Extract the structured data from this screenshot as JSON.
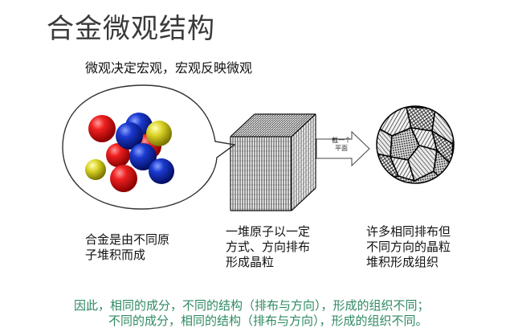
{
  "title": "合金微观结构",
  "subtitle": "微观决定宏观，宏观反映微观",
  "arrow": {
    "label_line1": "截一个",
    "label_line2": "平面"
  },
  "captions": {
    "atoms": [
      "合金是由不同原",
      "子堆积而成"
    ],
    "crystal": [
      "一堆原子以一定",
      "方式、方向排布",
      "形成晶粒"
    ],
    "grains": [
      "许多相同排布但",
      "不同方向的晶粒",
      "堆积形成组织"
    ]
  },
  "conclusion": {
    "line1": "因此，相同的成分，不同的结构（排布与方向），形成的组织不同；",
    "line2": "不同的成分，相同的结构（排布与方向），形成的组织不同。"
  },
  "colors": {
    "text_accent": "#2e8a62",
    "sphere_red": "#e01818",
    "sphere_blue": "#1030b8",
    "sphere_yellow": "#d8d020"
  }
}
